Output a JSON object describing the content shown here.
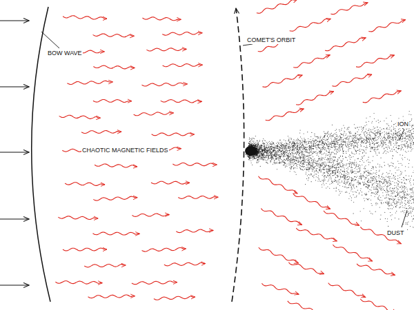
{
  "diagram": {
    "labels": [
      "BOW WAVE",
      "COMET'S ORBIT",
      "CHAOTIC MAGNETIC FIELDS",
      "ION",
      "DUST"
    ]
  }
}
